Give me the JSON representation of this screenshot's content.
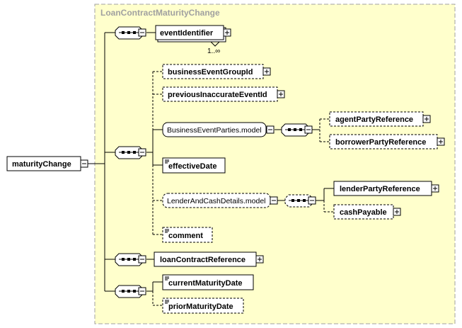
{
  "diagram": {
    "type_box_label": "LoanContractMaturityChange",
    "root_element": "maturityChange",
    "elements": {
      "event_identifier": "eventIdentifier",
      "event_identifier_cardinality": "1..∞",
      "business_event_group_id": "businessEventGroupId",
      "previous_inaccurate_event_id": "previousInaccurateEventId",
      "business_event_parties_model": "BusinessEventParties.model",
      "agent_party_reference": "agentPartyReference",
      "borrower_party_reference": "borrowerPartyReference",
      "effective_date": "effectiveDate",
      "lender_and_cash_details_model": "LenderAndCashDetails.model",
      "lender_party_reference": "lenderPartyReference",
      "cash_payable": "cashPayable",
      "comment": "comment",
      "loan_contract_reference": "loanContractReference",
      "current_maturity_date": "currentMaturityDate",
      "prior_maturity_date": "priorMaturityDate"
    },
    "colors": {
      "type_box_fill": "#ffffcc",
      "type_box_border": "#a0a0a0",
      "type_label": "#a0a0a0",
      "line": "#000000",
      "element_fill": "#ffffff"
    }
  }
}
